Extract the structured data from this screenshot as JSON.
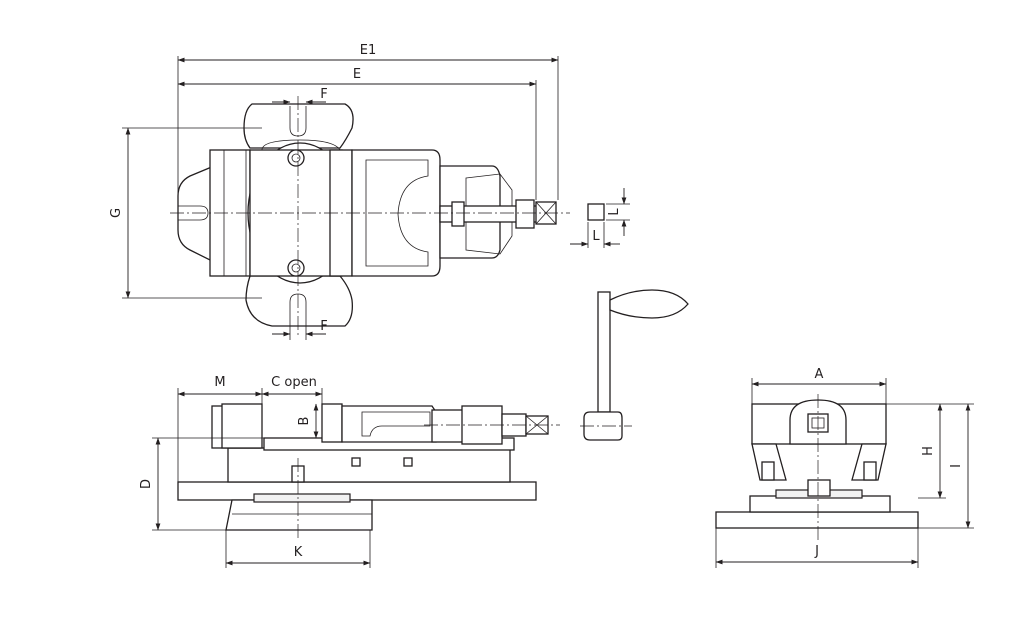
{
  "dimension_labels": {
    "e1": "E1",
    "e": "E",
    "f_top": "F",
    "f_bottom": "F",
    "g": "G",
    "l_vertical": "L",
    "l_horizontal": "L",
    "m": "M",
    "c_open": "C open",
    "b": "B",
    "d": "D",
    "k": "K",
    "a": "A",
    "h": "H",
    "i": "I",
    "j": "J"
  },
  "colors": {
    "line": "#231f20",
    "background": "#ffffff"
  }
}
